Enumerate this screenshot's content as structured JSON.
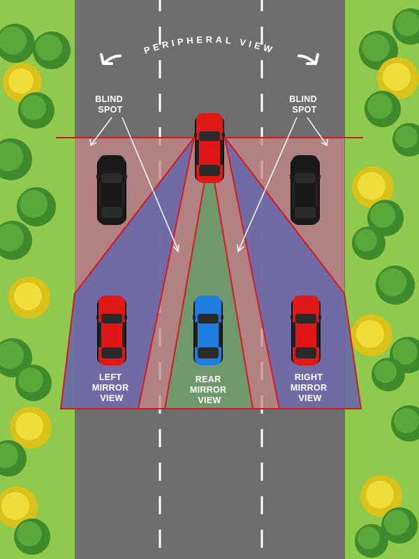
{
  "labels": {
    "peripheral_view": "PERIPHERAL VIEW",
    "blind_spot_left": [
      "BLIND",
      "SPOT"
    ],
    "blind_spot_right": [
      "BLIND",
      "SPOT"
    ],
    "left_mirror": [
      "LEFT",
      "MIRROR",
      "VIEW"
    ],
    "rear_mirror": [
      "REAR",
      "MIRROR",
      "VIEW"
    ],
    "right_mirror": [
      "RIGHT",
      "MIRROR",
      "VIEW"
    ]
  },
  "colors": {
    "grass": "#8fc94e",
    "road": "#6e6e6e",
    "lane_marking": "#ffffff",
    "blind_spot_zone": "#c98a8a",
    "mirror_zone": "#6868a8",
    "rear_zone": "#6c9a6c",
    "zone_outline": "#d41820",
    "car_red": "#e01818",
    "car_blue": "#1f7fe0",
    "car_black": "#1a1a1a"
  },
  "cars": [
    {
      "name": "driver-car",
      "color": "red"
    },
    {
      "name": "left-blind-spot-car",
      "color": "black"
    },
    {
      "name": "right-blind-spot-car",
      "color": "black"
    },
    {
      "name": "left-mirror-car",
      "color": "red"
    },
    {
      "name": "rear-car",
      "color": "blue"
    },
    {
      "name": "right-mirror-car",
      "color": "red"
    }
  ]
}
